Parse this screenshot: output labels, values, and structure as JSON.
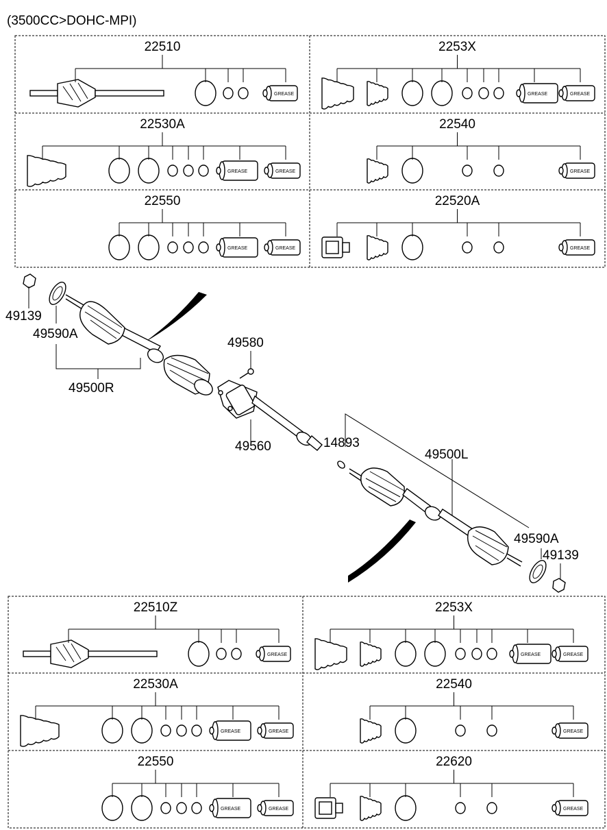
{
  "title": "(3500CC>DOHC-MPI)",
  "grease_text": "GREASE",
  "top_panels": [
    {
      "label": "22510",
      "type": "shaft",
      "grease": 1
    },
    {
      "label": "2253X",
      "type": "double-boot",
      "grease": 2
    },
    {
      "label": "22530A",
      "type": "boot",
      "grease": 2
    },
    {
      "label": "22540",
      "type": "small-boot",
      "grease": 1
    },
    {
      "label": "22550",
      "type": "rings",
      "grease": 2
    },
    {
      "label": "22520A",
      "type": "joint",
      "grease": 1
    }
  ],
  "bottom_panels": [
    {
      "label": "22510Z",
      "type": "shaft",
      "grease": 1
    },
    {
      "label": "2253X",
      "type": "double-boot",
      "grease": 2
    },
    {
      "label": "22530A",
      "type": "boot",
      "grease": 2
    },
    {
      "label": "22540",
      "type": "small-boot",
      "grease": 1
    },
    {
      "label": "22550",
      "type": "rings",
      "grease": 2
    },
    {
      "label": "22620",
      "type": "joint",
      "grease": 1
    }
  ],
  "center_labels": {
    "nut_right": "49139",
    "ring_right": "49590A",
    "shaft_right": "49500R",
    "bolt": "49580",
    "bearing_bracket": "49560",
    "snap_ring": "14893",
    "shaft_left": "49500L",
    "ring_left": "49590A",
    "nut_left": "49139"
  }
}
